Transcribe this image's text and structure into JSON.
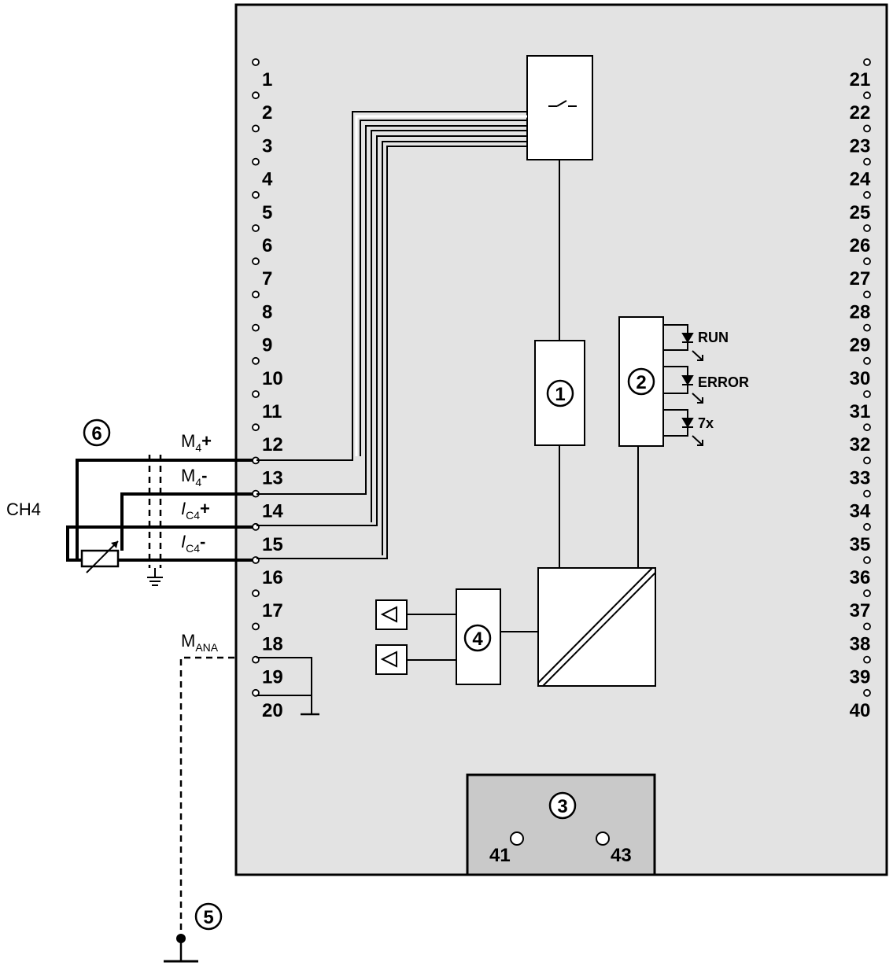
{
  "terminals_left": [
    "1",
    "2",
    "3",
    "4",
    "5",
    "6",
    "7",
    "8",
    "9",
    "10",
    "11",
    "12",
    "13",
    "14",
    "15",
    "16",
    "17",
    "18",
    "19",
    "20"
  ],
  "terminals_right": [
    "21",
    "22",
    "23",
    "24",
    "25",
    "26",
    "27",
    "28",
    "29",
    "30",
    "31",
    "32",
    "33",
    "34",
    "35",
    "36",
    "37",
    "38",
    "39",
    "40"
  ],
  "power_terminals": [
    "41",
    "43"
  ],
  "signals": {
    "m4_plus": {
      "main": "M",
      "sub": "4",
      "suffix": "+"
    },
    "m4_minus": {
      "main": "M",
      "sub": "4",
      "suffix": "-"
    },
    "ic4_plus": {
      "main": "I",
      "sub": "C4",
      "suffix": "+"
    },
    "ic4_minus": {
      "main": "I",
      "sub": "C4",
      "suffix": "-"
    },
    "m_ana": {
      "main": "M",
      "sub": "ANA"
    }
  },
  "channel_label": "CH4",
  "callouts": {
    "c1": "1",
    "c2": "2",
    "c3": "3",
    "c4": "4",
    "c5": "5",
    "c6": "6"
  },
  "leds": [
    "RUN",
    "ERROR",
    "7x"
  ],
  "colors": {
    "module_bg": "#e3e3e3",
    "power_bg": "#c9c9c9",
    "line": "#000000"
  }
}
